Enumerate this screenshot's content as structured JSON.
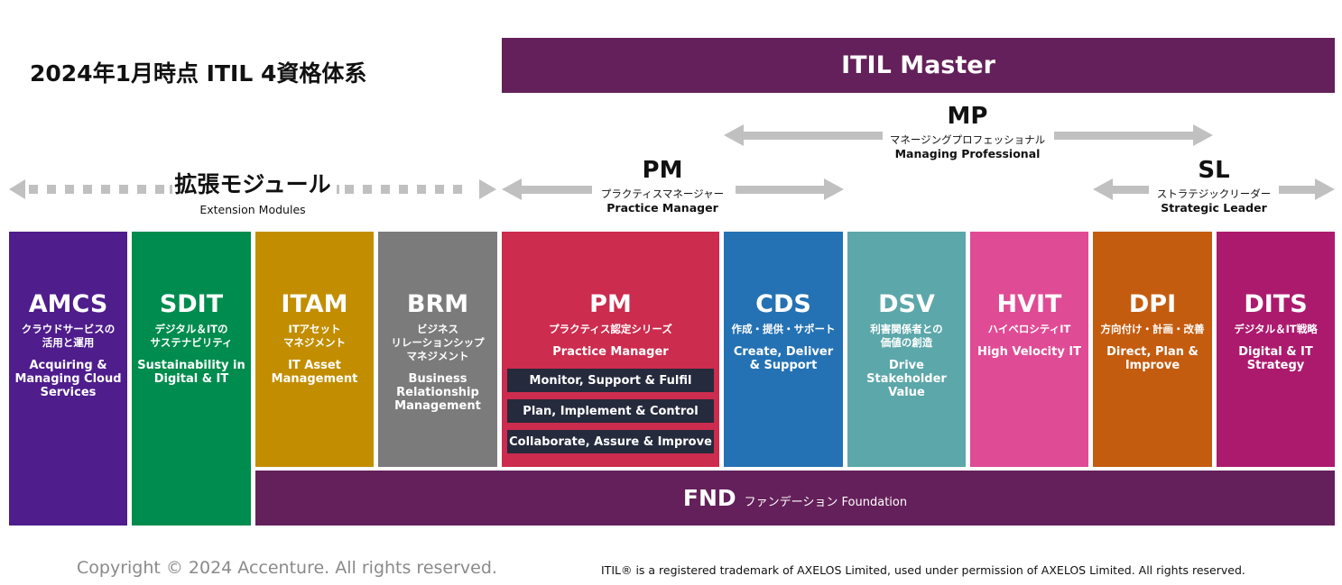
{
  "title": "2024年1月時点 ITIL 4資格体系",
  "master": {
    "label": "ITIL Master",
    "color": "#64205a"
  },
  "levels": {
    "extension": {
      "code": "拡張モジュール",
      "en": "Extension Modules"
    },
    "mp": {
      "code": "MP",
      "jp": "マネージングプロフェッショナル",
      "en": "Managing Professional"
    },
    "pm": {
      "code": "PM",
      "jp": "プラクティスマネージャー",
      "en": "Practice Manager"
    },
    "sl": {
      "code": "SL",
      "jp": "ストラテジックリーダー",
      "en": "Strategic Leader"
    }
  },
  "arrow_color": "#c0c0c0",
  "modules": [
    {
      "code": "AMCS",
      "jp": "クラウドサービスの\n活用と運用",
      "en": "Acquiring &\nManaging Cloud\nServices",
      "color": "#4f1d8c"
    },
    {
      "code": "SDIT",
      "jp": "デジタル＆ITの\nサステナビリティ",
      "en": "Sustainability in\nDigital & IT",
      "color": "#008c4e"
    },
    {
      "code": "ITAM",
      "jp": "ITアセット\nマネジメント",
      "en": "IT Asset\nManagement",
      "color": "#c28e00"
    },
    {
      "code": "BRM",
      "jp": "ビジネス\nリレーションシップ\nマネジメント",
      "en": "Business\nRelationship\nManagement",
      "color": "#7b7b7b"
    },
    {
      "code": "PM",
      "jp": "プラクティス認定シリーズ",
      "en": "Practice Manager",
      "color": "#cc2c4e",
      "series": [
        "Monitor, Support & Fulfil",
        "Plan, Implement & Control",
        "Collaborate, Assure & Improve"
      ]
    },
    {
      "code": "CDS",
      "jp": "作成・提供・サポート",
      "en": "Create, Deliver\n& Support",
      "color": "#2472b3"
    },
    {
      "code": "DSV",
      "jp": "利害関係者との\n価値の創造",
      "en": "Drive\nStakeholder\nValue",
      "color": "#5ca7aa"
    },
    {
      "code": "HVIT",
      "jp": "ハイベロシティIT",
      "en": "High Velocity IT",
      "color": "#e04b95"
    },
    {
      "code": "DPI",
      "jp": "方向付け・計画・改善",
      "en": "Direct, Plan &\nImprove",
      "color": "#c45c10"
    },
    {
      "code": "DITS",
      "jp": "デジタル＆IT戦略",
      "en": "Digital & IT\nStrategy",
      "color": "#ac1a6e"
    }
  ],
  "foundation": {
    "code": "FND",
    "sub": "ファンデーション Foundation",
    "color": "#64205a"
  },
  "footer": {
    "copyright": "Copyright © 2024 Accenture. All rights reserved.",
    "trademark": "ITIL® is a registered trademark of AXELOS Limited, used under permission of AXELOS Limited. All rights reserved."
  }
}
